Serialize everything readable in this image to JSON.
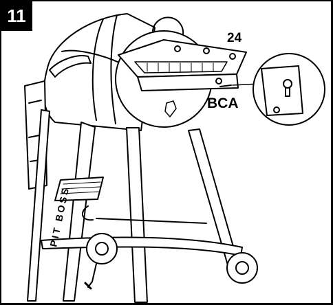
{
  "step": {
    "number": "11"
  },
  "callouts": {
    "part_number": "24",
    "hardware_code": "BCA"
  },
  "branding": {
    "side_text": "PIT BOSS"
  },
  "colors": {
    "line": "#000000",
    "background": "#ffffff",
    "badge": "#000000"
  }
}
